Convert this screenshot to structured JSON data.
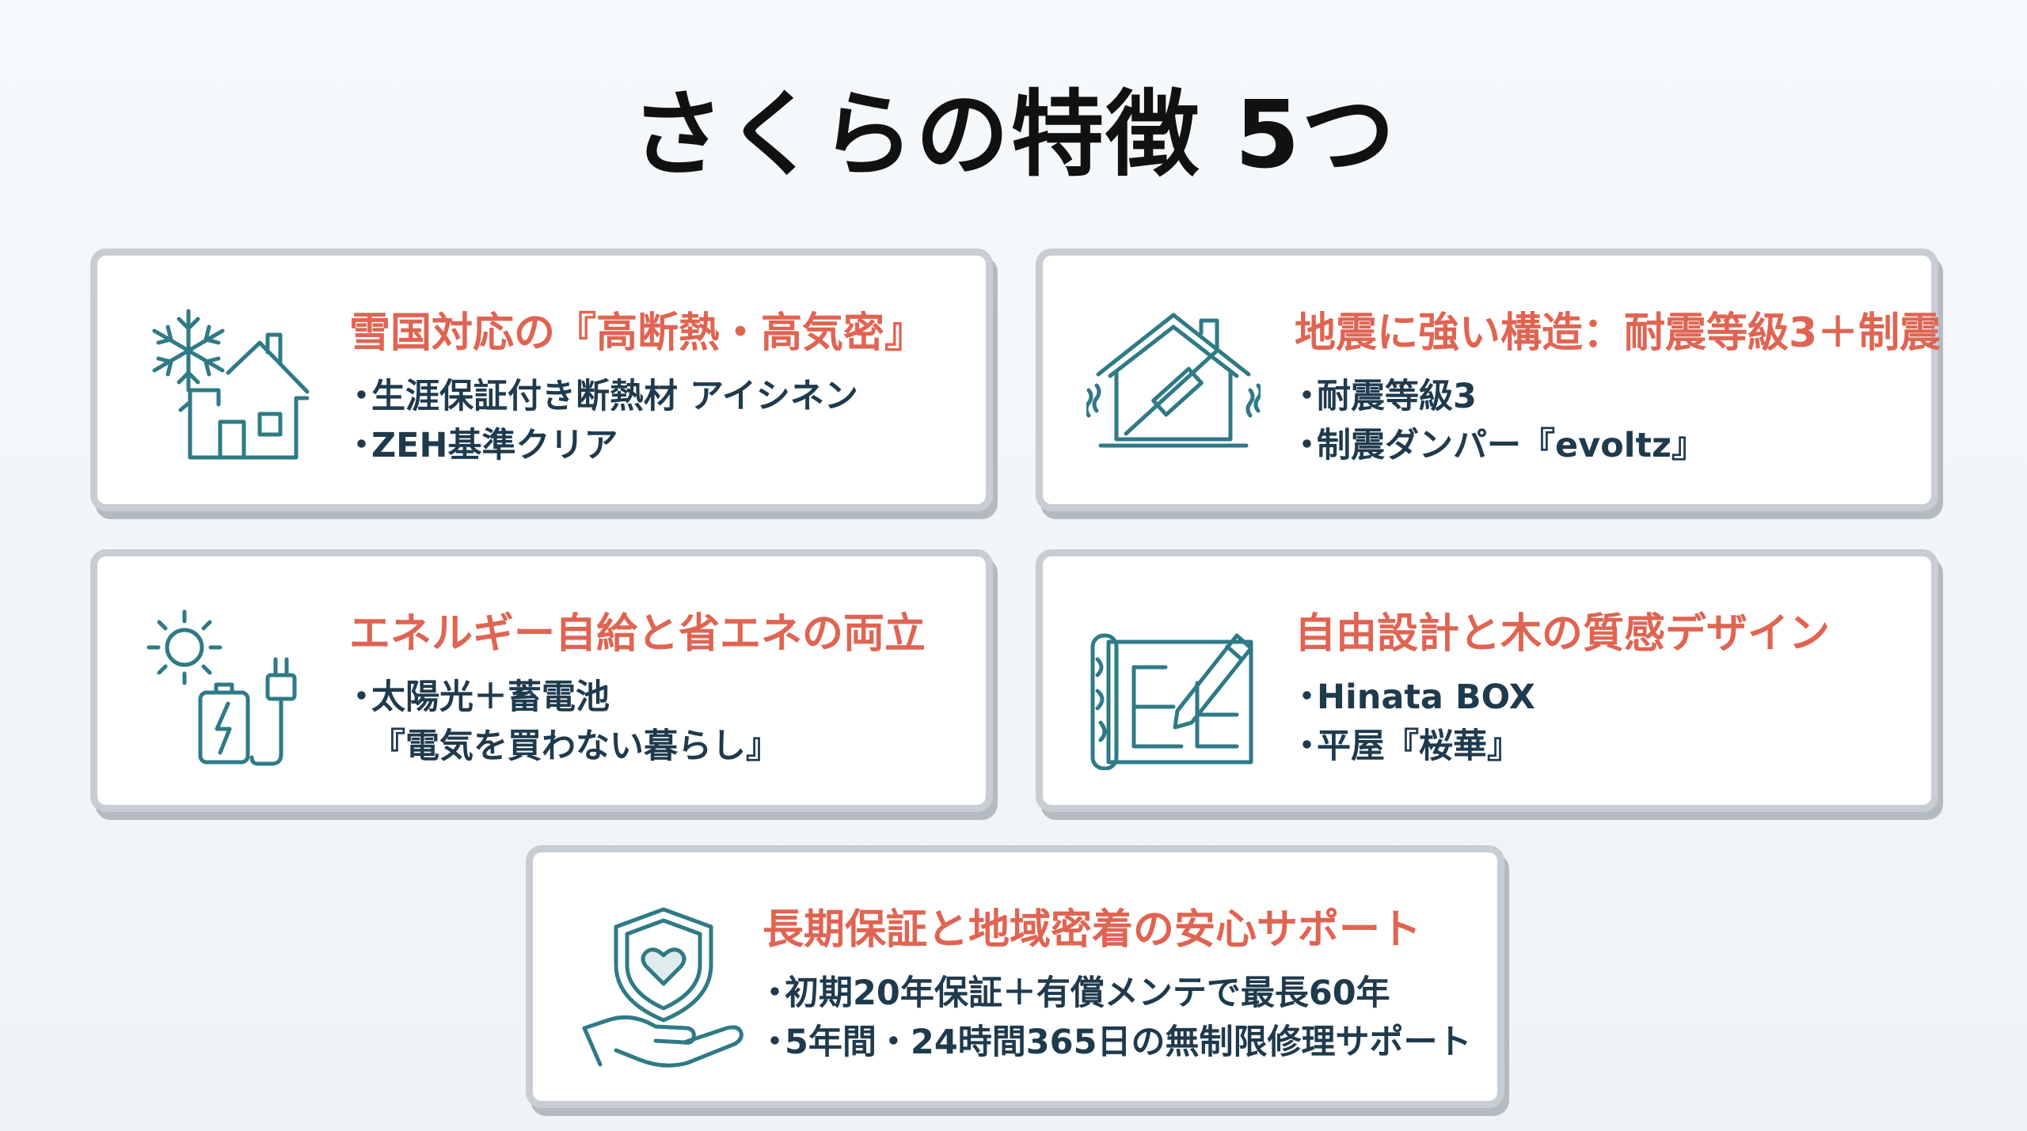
{
  "page": {
    "title": "さくらの特徴 5つ"
  },
  "colors": {
    "accent": "#e06452",
    "text": "#1f3a4d",
    "icon": "#2f7a86",
    "card_border": "#c7cdd2"
  },
  "cards": [
    {
      "icon": "snowflake-house-icon",
      "title": "雪国対応の『高断熱・高気密』",
      "bullets": [
        "生涯保証付き断熱材 アイシネン",
        "ZEH基準クリア"
      ]
    },
    {
      "icon": "seismic-house-icon",
      "title": "地震に強い構造：耐震等級3＋制震",
      "bullets": [
        "耐震等級3",
        "制震ダンパー『evoltz』"
      ]
    },
    {
      "icon": "sun-battery-plug-icon",
      "title": "エネルギー自給と省エネの両立",
      "bullets": [
        "太陽光＋蓄電池"
      ],
      "continuation": "『電気を買わない暮らし』"
    },
    {
      "icon": "blueprint-pencil-icon",
      "title": "自由設計と木の質感デザイン",
      "bullets": [
        "Hinata BOX",
        "平屋『桜華』"
      ]
    },
    {
      "icon": "shield-heart-hand-icon",
      "title": "長期保証と地域密着の安心サポート",
      "bullets": [
        "初期20年保証＋有償メンテで最長60年",
        "5年間・24時間365日の無制限修理サポート"
      ]
    }
  ]
}
